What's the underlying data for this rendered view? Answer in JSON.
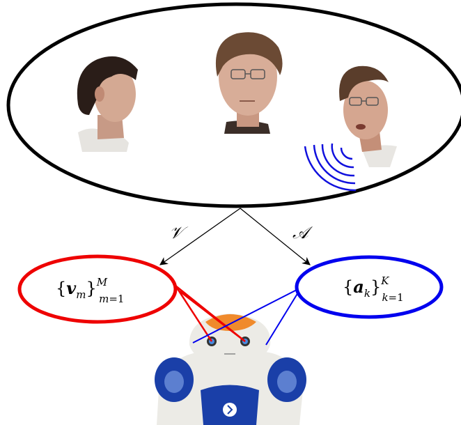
{
  "diagram": {
    "visual_branch_label": "𝒱",
    "audio_branch_label": "𝒜",
    "visual_set": {
      "open_brace": "{",
      "variable": "v",
      "variable_sub": "m",
      "close_brace": "}",
      "sup": "M",
      "sub_index": "m",
      "sub_eq": "=1"
    },
    "audio_set": {
      "open_brace": "{",
      "variable": "a",
      "variable_sub": "k",
      "close_brace": "}",
      "sup": "K",
      "sub_index": "k",
      "sub_eq": "=1"
    }
  },
  "colors": {
    "group_ellipse": "#000000",
    "visual": "#ee0000",
    "audio": "#0000ee",
    "robot_blue": "#1a3fa8",
    "robot_orange": "#f08a2c",
    "robot_white": "#ecebe6"
  },
  "icons": {
    "person_left": "person-head-icon",
    "person_middle": "person-head-icon",
    "person_right": "person-head-icon",
    "sound_waves": "sound-waves-icon",
    "robot": "humanoid-robot-icon"
  }
}
